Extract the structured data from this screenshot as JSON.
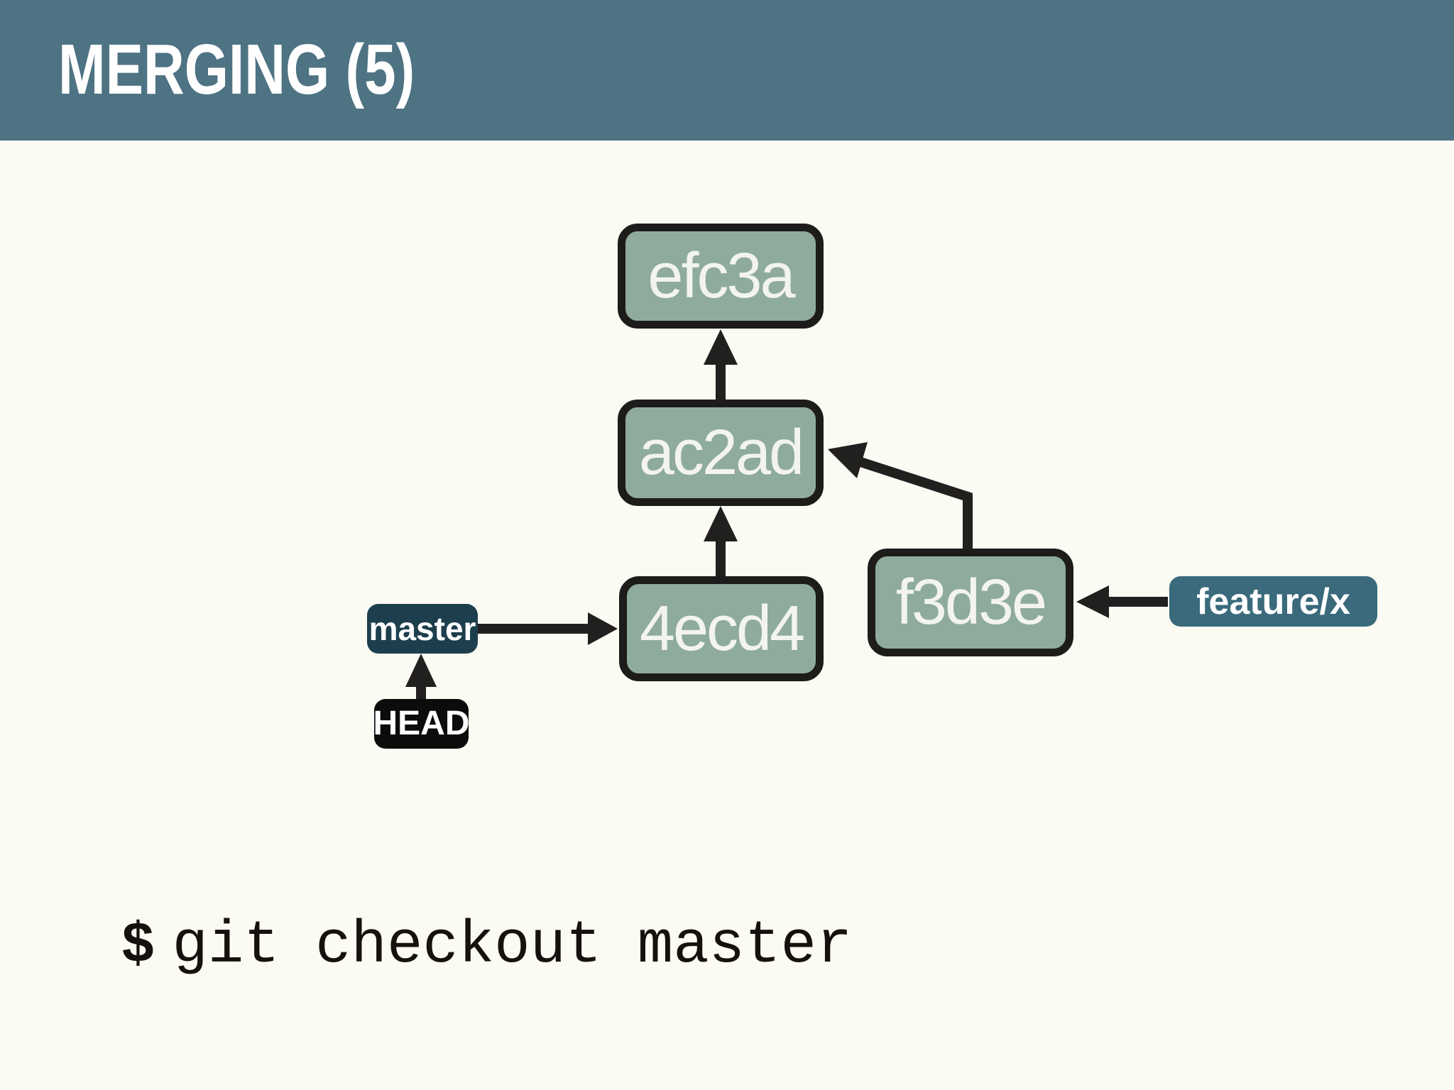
{
  "header": {
    "title": "MERGING (5)"
  },
  "diagram": {
    "commits": [
      {
        "id": "efc3a"
      },
      {
        "id": "ac2ad"
      },
      {
        "id": "4ecd4"
      },
      {
        "id": "f3d3e"
      }
    ],
    "refs": {
      "master": {
        "label": "master",
        "points_to": "4ecd4"
      },
      "feature_x": {
        "label": "feature/x",
        "points_to": "f3d3e"
      },
      "head": {
        "label": "HEAD",
        "points_to": "master"
      }
    },
    "edges": [
      {
        "from": "ac2ad",
        "to": "efc3a"
      },
      {
        "from": "4ecd4",
        "to": "ac2ad"
      },
      {
        "from": "f3d3e",
        "to": "ac2ad"
      },
      {
        "from": "master",
        "to": "4ecd4"
      },
      {
        "from": "feature/x",
        "to": "f3d3e"
      },
      {
        "from": "HEAD",
        "to": "master"
      }
    ],
    "colors": {
      "header_bg": "#4e7383",
      "slide_bg": "#fbfaf3",
      "commit_fill": "#8fab9e",
      "commit_border": "#1d1c1a",
      "commit_text": "#f2f4ed",
      "master_bg": "#1d3e4d",
      "feature_bg": "#3a6a7c",
      "head_bg": "#0c0c0b",
      "arrow": "#221f1f"
    }
  },
  "terminal": {
    "prompt": "$",
    "command": "git checkout master"
  }
}
